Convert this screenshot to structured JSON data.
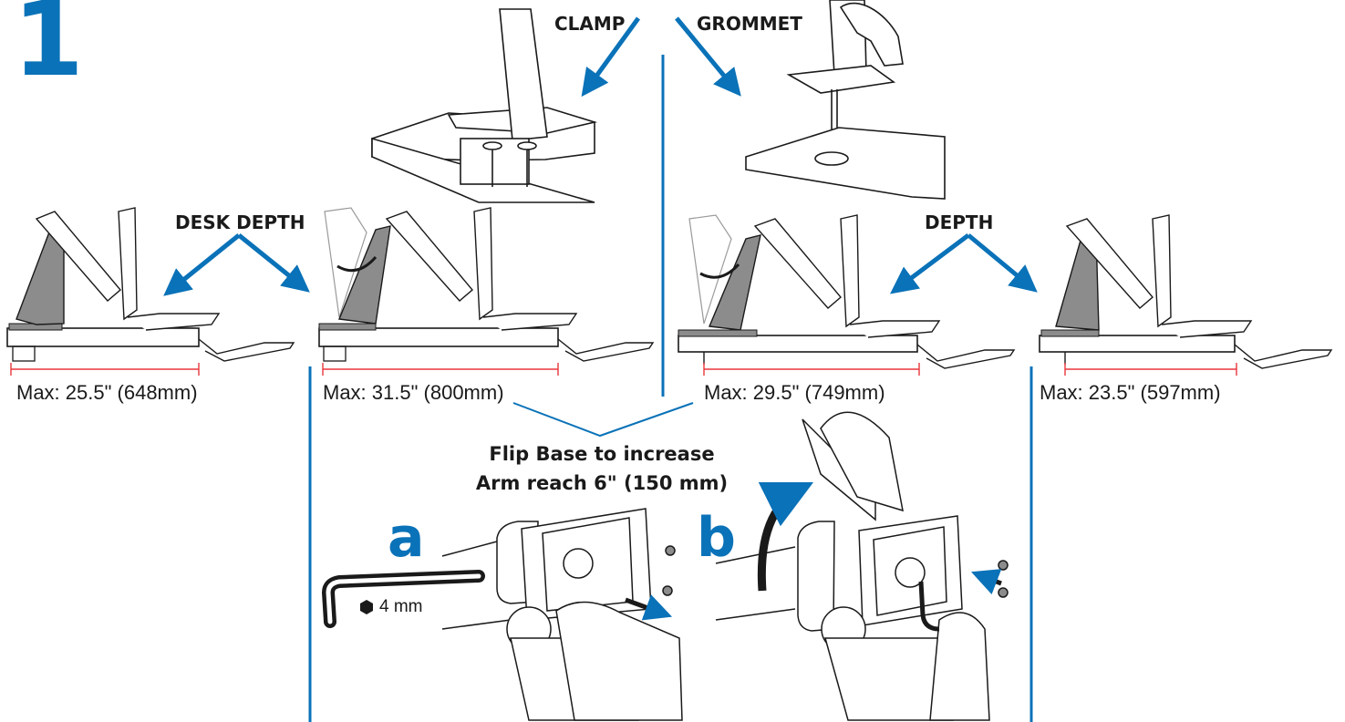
{
  "step": "1",
  "mounts": {
    "clamp": "CLAMP",
    "grommet": "GROMMET"
  },
  "depth_labels": {
    "desk_depth": "DESK DEPTH",
    "depth": "DEPTH"
  },
  "max_labels": [
    "Max: 25.5\" (648mm)",
    "Max: 31.5\" (800mm)",
    "Max: 29.5\" (749mm)",
    "Max: 23.5\" (597mm)"
  ],
  "flip": {
    "line1": "Flip Base to increase",
    "line2": "Arm reach 6\" (150 mm)"
  },
  "substeps": {
    "a": "a",
    "b": "b"
  },
  "hex_key": "4 mm",
  "colors": {
    "accent": "#0a72b8",
    "dimension": "#e8363a",
    "line": "#1a1a1a",
    "pole": "#8c8c8c"
  }
}
